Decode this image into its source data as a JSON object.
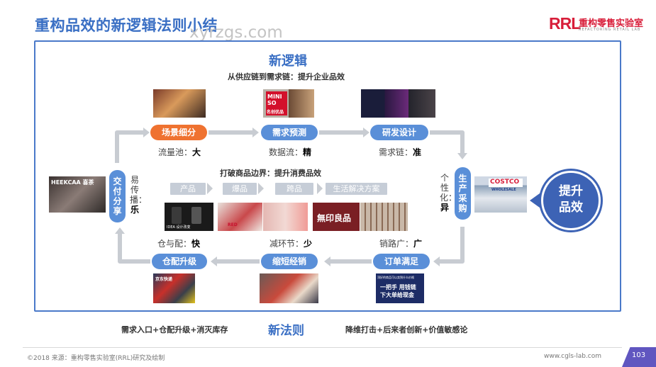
{
  "header": {
    "title": "重构品效的新逻辑法则小结",
    "logo_mark": "RRL",
    "logo_name": "重构零售实验室",
    "logo_subtitle": "REFACTORING RETAIL LAB",
    "site_watermark": "xyrzgs.com"
  },
  "diagram": {
    "heading": "新逻辑",
    "subheading": "从供应链到需求链：提升企业品效",
    "nodes": {
      "scene": "场景细分",
      "forecast": "需求预测",
      "rnd": "研发设计",
      "procure": "生产采购",
      "order": "订单满足",
      "shorten": "缩短经销",
      "warehouse": "仓配升级",
      "deliver": "交付分享"
    },
    "metrics": {
      "scene": {
        "label": "流量池：",
        "value": "大"
      },
      "forecast": {
        "label": "数据流：",
        "value": "精"
      },
      "rnd": {
        "label": "需求链：",
        "value": "准"
      },
      "procure": {
        "label": "个性化：",
        "value": "异"
      },
      "order": {
        "label": "销路广：",
        "value": "广"
      },
      "shorten": {
        "label": "减环节：",
        "value": "少"
      },
      "warehouse": {
        "label": "仓与配：",
        "value": "快"
      },
      "deliver": {
        "label": "易传播：",
        "value": "乐"
      }
    },
    "inner_heading": "打破商品边界：提升消费品效",
    "inner_tags": [
      "产品",
      "爆品",
      "跨品",
      "生活解决方案"
    ],
    "photo_text": {
      "brand_left": "HEEKCAA 喜茶",
      "miniso": "MINI SO",
      "miniso_cn": "名创优品",
      "costco": "COSTCO",
      "costco_sub": "WHOLESALE",
      "mujirow": "無印良品",
      "kuaidi_sign": "京东快递",
      "phone_text": "IDEA 设计改变",
      "red_label": "RED",
      "ad_line1": "一把手 用钱链",
      "ad_line2": "下大单给现金",
      "ad_top": "顶好的商品可以卖到什么价格"
    },
    "badge": "提升品效",
    "rule_heading": "新法则",
    "rule_left": "需求入口+仓配升级+消灭库存",
    "rule_right": "降维打击+后来者创新+价值敏感论"
  },
  "footer": {
    "source": "©2018  来源：重构零售实验室(RRL)研究及绘制",
    "url": "www.cgls-lab.com",
    "page": "103"
  },
  "colors": {
    "title_blue": "#3a6fc4",
    "node_blue": "#5a8fd8",
    "node_orange": "#ef7230",
    "arrow_gray": "#c8ccd2",
    "badge_blue": "#3d63b5",
    "logo_red": "#d81e3a",
    "page_tab": "#6056c0"
  }
}
